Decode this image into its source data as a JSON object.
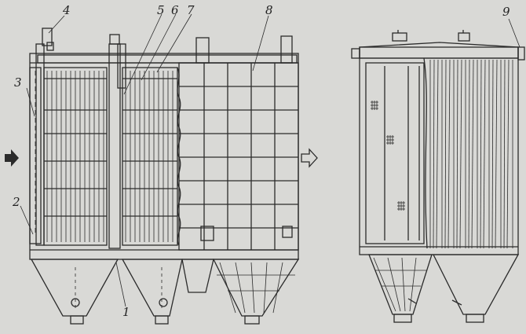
{
  "labels": [
    {
      "id": "1",
      "text": "1"
    },
    {
      "id": "2",
      "text": "2"
    },
    {
      "id": "3",
      "text": "3"
    },
    {
      "id": "4",
      "text": "4"
    },
    {
      "id": "5",
      "text": "5"
    },
    {
      "id": "6",
      "text": "6"
    },
    {
      "id": "7",
      "text": "7"
    },
    {
      "id": "8",
      "text": "8"
    },
    {
      "id": "9",
      "text": "9"
    }
  ],
  "colors": {
    "line": "#2b2b2b",
    "background": "#d9d9d6"
  }
}
